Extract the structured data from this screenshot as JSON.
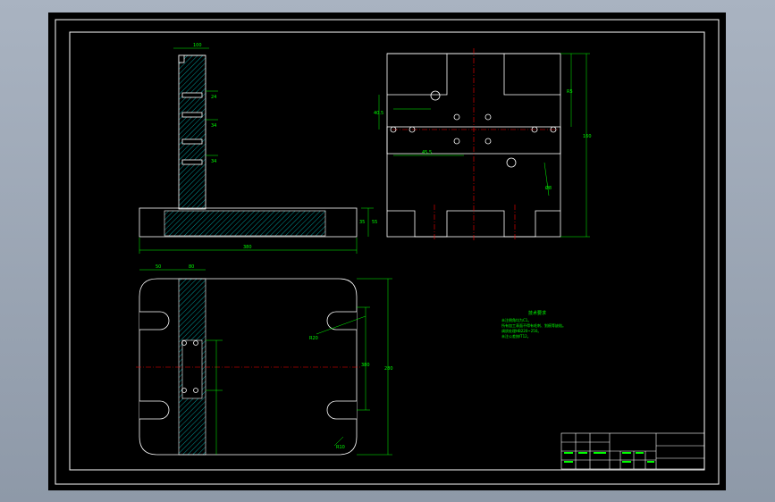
{
  "drawing": {
    "background": "#000000",
    "outline_color": "#ffffff",
    "dimension_color": "#00ff00",
    "centerline_color": "#ff0000",
    "hatch_color": "#00ffff"
  },
  "front_view": {
    "dim_top": "100",
    "dim_right_1": "24",
    "dim_right_2": "34",
    "dim_right_3": "34",
    "dim_base_width": "380",
    "dim_base_h1": "35",
    "dim_base_h2": "55"
  },
  "side_view": {
    "dim_left": "40.5",
    "dim_bottom": "45.5",
    "dim_right_small": "R5",
    "dim_right_tall": "160",
    "dim_hole": "Ø8"
  },
  "top_view": {
    "dim_top_left": "50",
    "dim_top_right": "80",
    "dim_radius_1": "R20",
    "dim_radius_2": "R10",
    "dim_width": "380",
    "dim_height": "280"
  },
  "notes": {
    "title": "技术要求",
    "lines": [
      "未注倒角均为C1。",
      "所有加工表面不得有毛刺、划痕等缺陷。",
      "调质处理HB220~250。",
      "未注公差按IT12。"
    ]
  },
  "title_block": {}
}
